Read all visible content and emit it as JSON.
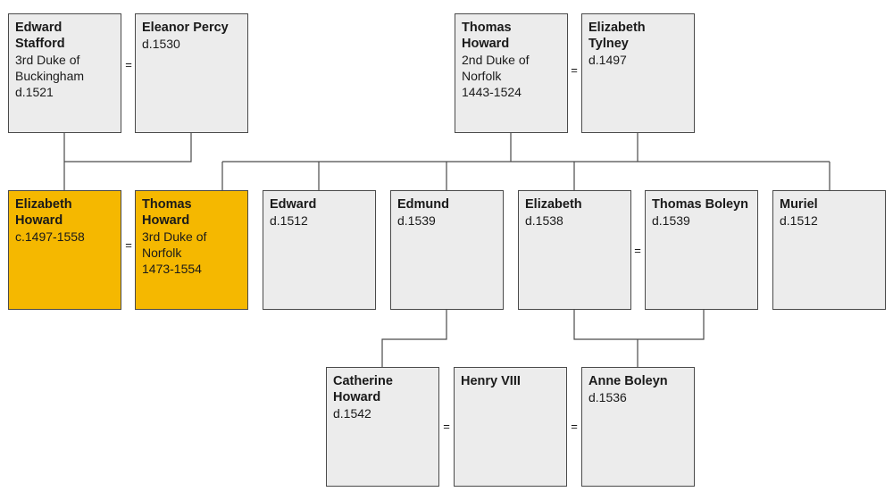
{
  "colors": {
    "highlight": "#f5b800",
    "box": "#ececec",
    "line": "#4a4a4a"
  },
  "marriage_symbol": "=",
  "people": [
    {
      "id": "edward-stafford",
      "name": "Edward\nStafford",
      "info": "3rd Duke of\nBuckingham\nd.1521",
      "highlight": false
    },
    {
      "id": "eleanor-percy",
      "name": "Eleanor Percy",
      "info": "d.1530",
      "highlight": false
    },
    {
      "id": "thomas-howard-2nd",
      "name": "Thomas Howard",
      "info": "2nd Duke of\nNorfolk\n1443-1524",
      "highlight": false
    },
    {
      "id": "elizabeth-tylney",
      "name": "Elizabeth Tylney",
      "info": "d.1497",
      "highlight": false
    },
    {
      "id": "elizabeth-howard",
      "name": "Elizabeth\nHoward",
      "info": "c.1497-1558",
      "highlight": true
    },
    {
      "id": "thomas-howard-3rd",
      "name": "Thomas Howard",
      "info": "3rd Duke of\nNorfolk\n1473-1554",
      "highlight": true
    },
    {
      "id": "edward",
      "name": "Edward",
      "info": "d.1512",
      "highlight": false
    },
    {
      "id": "edmund",
      "name": "Edmund",
      "info": "d.1539",
      "highlight": false
    },
    {
      "id": "elizabeth",
      "name": "Elizabeth",
      "info": "d.1538",
      "highlight": false
    },
    {
      "id": "thomas-boleyn",
      "name": "Thomas Boleyn",
      "info": "d.1539",
      "highlight": false
    },
    {
      "id": "muriel",
      "name": "Muriel",
      "info": "d.1512",
      "highlight": false
    },
    {
      "id": "catherine-howard",
      "name": "Catherine\nHoward",
      "info": "d.1542",
      "highlight": false
    },
    {
      "id": "henry-viii",
      "name": "Henry VIII",
      "info": "",
      "highlight": false
    },
    {
      "id": "anne-boleyn",
      "name": "Anne Boleyn",
      "info": "d.1536",
      "highlight": false
    }
  ],
  "marriages": [
    [
      "edward-stafford",
      "eleanor-percy"
    ],
    [
      "thomas-howard-2nd",
      "elizabeth-tylney"
    ],
    [
      "elizabeth-howard",
      "thomas-howard-3rd"
    ],
    [
      "elizabeth",
      "thomas-boleyn"
    ],
    [
      "catherine-howard",
      "henry-viii"
    ],
    [
      "henry-viii",
      "anne-boleyn"
    ]
  ],
  "parentage": [
    {
      "parents": [
        "edward-stafford",
        "eleanor-percy"
      ],
      "children": [
        "elizabeth-howard"
      ]
    },
    {
      "parents": [
        "thomas-howard-2nd",
        "elizabeth-tylney"
      ],
      "children": [
        "thomas-howard-3rd",
        "edward",
        "edmund",
        "elizabeth",
        "muriel"
      ]
    },
    {
      "parents": [
        "edmund"
      ],
      "children": [
        "catherine-howard"
      ]
    },
    {
      "parents": [
        "elizabeth",
        "thomas-boleyn"
      ],
      "children": [
        "anne-boleyn"
      ]
    }
  ]
}
